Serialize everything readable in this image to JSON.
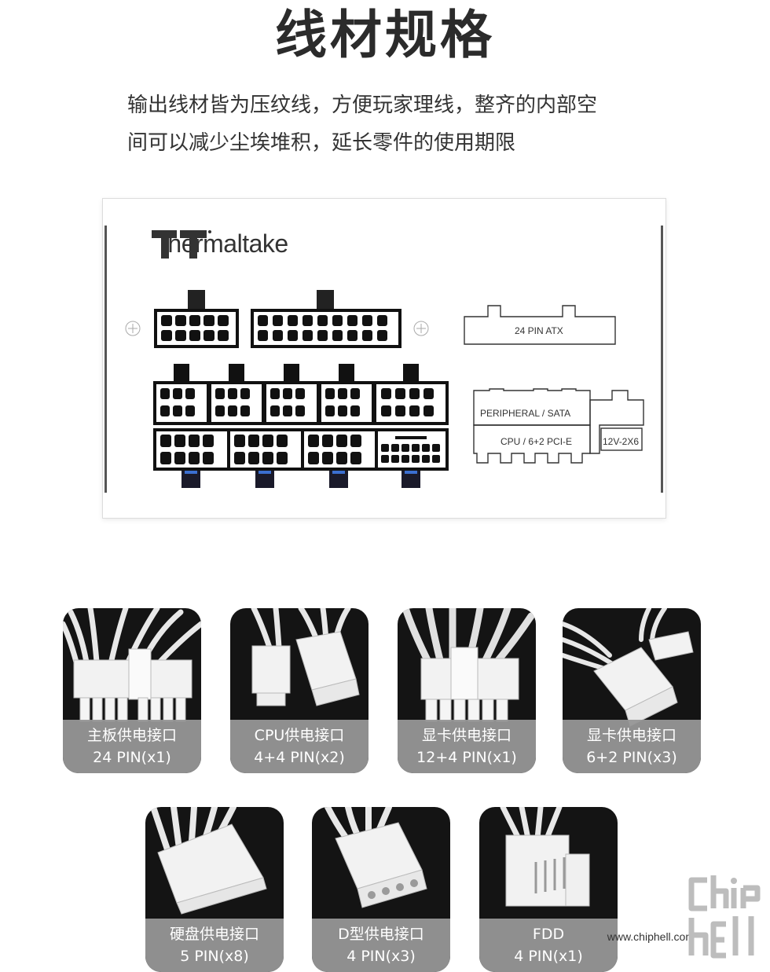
{
  "title": "线材规格",
  "description": {
    "line1": "输出线材皆为压纹线，方便玩家理线，整齐的内部空",
    "line2": "间可以减少尘埃堆积，延长零件的使用期限"
  },
  "psu_panel": {
    "brand": "thermaltake",
    "labels": {
      "atx": "24 PIN ATX",
      "peripheral": "PERIPHERAL / SATA",
      "cpu_pcie": "CPU / 6+2 PCI-E",
      "hpwr": "12V-2X6"
    }
  },
  "cables": [
    {
      "name": "主板供电接口",
      "pins": "24 PIN(x1)"
    },
    {
      "name": "CPU供电接口",
      "pins": "4+4 PIN(x2)"
    },
    {
      "name": "显卡供电接口",
      "pins": "12+4 PIN(x1)"
    },
    {
      "name": "显卡供电接口",
      "pins": "6+2 PIN(x3)"
    },
    {
      "name": "硬盘供电接口",
      "pins": "5 PIN(x8)"
    },
    {
      "name": "D型供电接口",
      "pins": "4 PIN(x3)"
    },
    {
      "name": "FDD",
      "pins": "4 PIN(x1)"
    }
  ],
  "watermark": {
    "url": "www.chiphell.com",
    "logo": "chiphell-logo"
  }
}
